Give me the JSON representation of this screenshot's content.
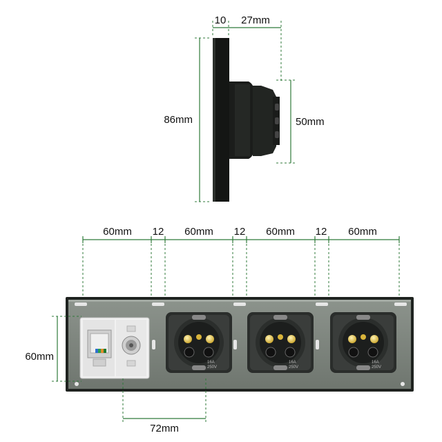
{
  "side_view": {
    "depth_plate": "10",
    "depth_body": "27mm",
    "height_total": "86mm",
    "height_body": "50mm"
  },
  "front_view": {
    "module_widths": [
      "60mm",
      "60mm",
      "60mm",
      "60mm"
    ],
    "gaps": [
      "12",
      "12",
      "12"
    ],
    "height": "60mm",
    "center_distance": "72mm",
    "socket_marks": {
      "rating": "16A",
      "voltage": "250V"
    }
  },
  "colors": {
    "dimension_line": "#2f7a3a",
    "plate": "#1f2320",
    "glass": "#7d847d",
    "socket": "#2a2d2b"
  },
  "icons": [
    "rj45-jack-icon",
    "coax-tv-jack-icon",
    "schuko-socket-icon"
  ]
}
